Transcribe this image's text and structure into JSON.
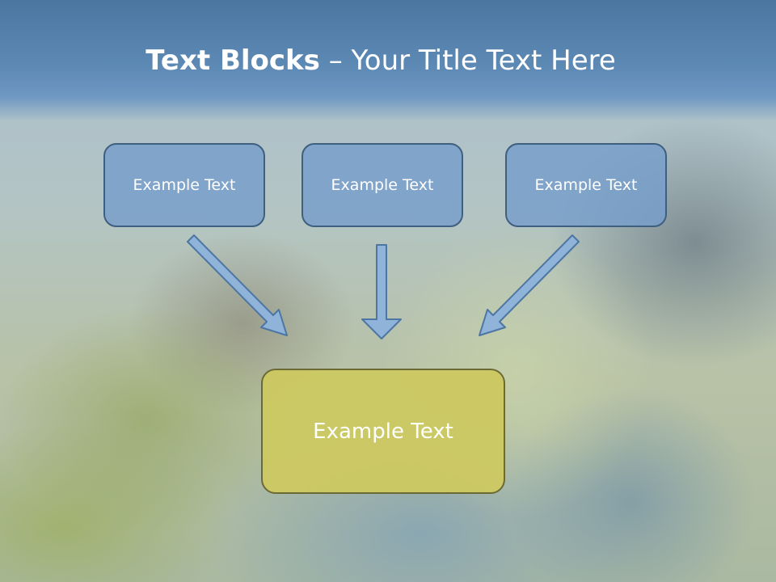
{
  "title": {
    "bold_part": "Text Blocks",
    "separator": " – ",
    "regular_part": "Your Title Text Here"
  },
  "blocks": {
    "top": [
      {
        "label": "Example Text"
      },
      {
        "label": "Example Text"
      },
      {
        "label": "Example Text"
      }
    ],
    "main": {
      "label": "Example Text"
    }
  },
  "colors": {
    "header": "#5d89b5",
    "block_fill": "#769eca",
    "block_border": "#3f5f80",
    "main_fill": "#ccc962",
    "main_border": "#6b6a35",
    "arrow_fill": "#8fb3d9",
    "arrow_stroke": "#4d76a3"
  }
}
